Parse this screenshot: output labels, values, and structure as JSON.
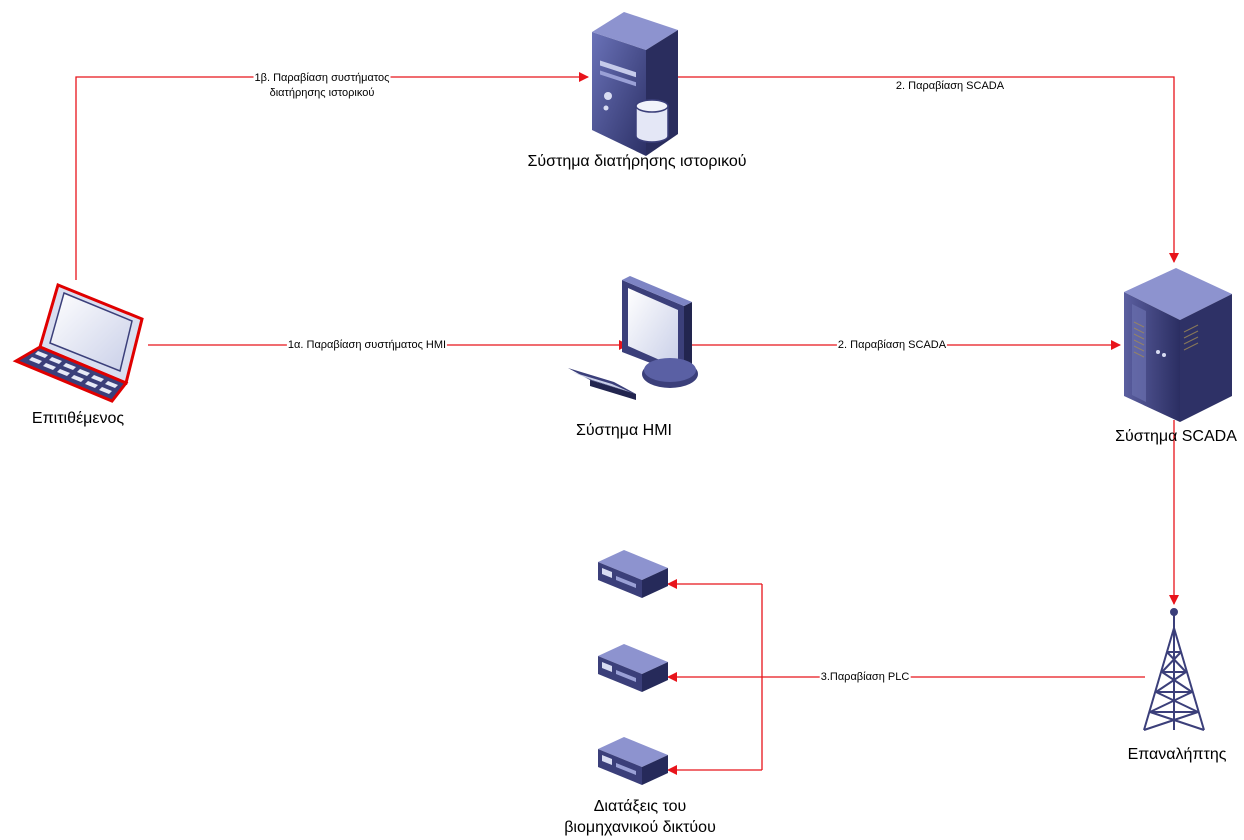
{
  "nodes": {
    "attacker": "Επιτιθέμενος",
    "historian": "Σύστημα διατήρησης ιστορικού",
    "hmi": "Σύστημα HMI",
    "scada": "Σύστημα SCADA",
    "repeater": "Επαναλήπτης",
    "plc_line1": "Διατάξεις του",
    "plc_line2": "βιομηχανικού δικτύου"
  },
  "edges": {
    "attacker_to_historian_line1": "1β. Παραβίαση συστήματος",
    "attacker_to_historian_line2": "διατήρησης ιστορικού",
    "historian_to_scada": "2. Παραβίαση SCADA",
    "attacker_to_hmi": "1α. Παραβίαση συστήματος HMI",
    "hmi_to_scada": "2. Παραβίαση SCADA",
    "repeater_to_plc": "3.Παραβίαση PLC"
  },
  "colors": {
    "edge": "#e8141b",
    "device_body": "#3b3f7a",
    "device_light": "#7d84c4",
    "laptop_border": "#e00000"
  },
  "icons": {
    "attacker": "laptop-icon",
    "historian": "database-server-icon",
    "hmi": "workstation-icon",
    "scada": "mainframe-server-icon",
    "repeater": "radio-tower-icon",
    "plc": "network-device-icon"
  }
}
